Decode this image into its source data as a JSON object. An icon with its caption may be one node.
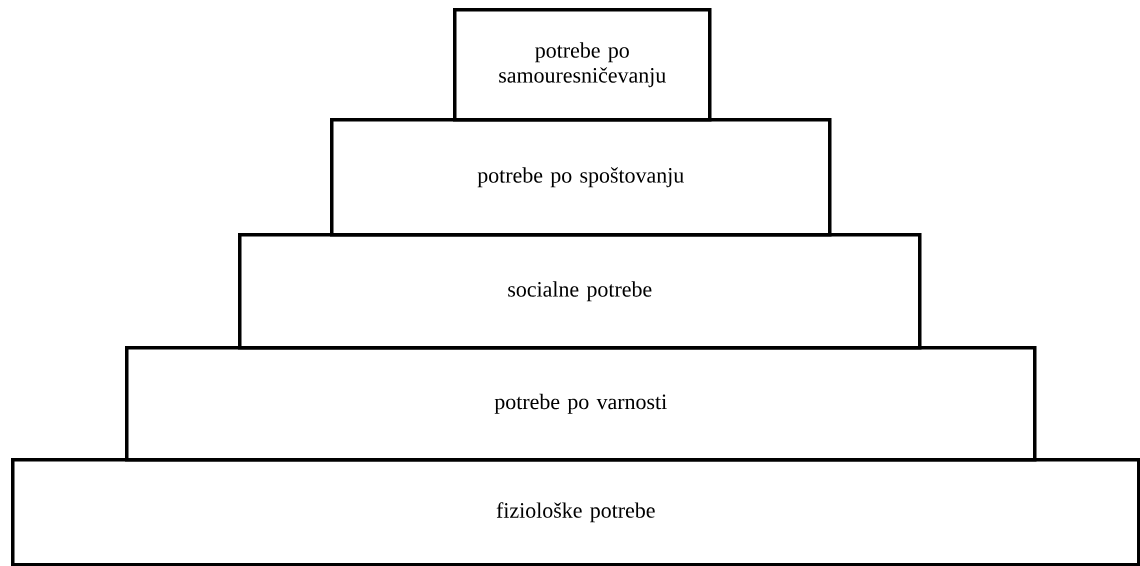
{
  "diagram": {
    "nodes": [
      {
        "text": [
          "potrebe po samouresničevanju"
        ]
      },
      {
        "text": [
          "potrebe po spoštovanju"
        ]
      },
      {
        "text": [
          "socialne potrebe"
        ]
      },
      {
        "text": [
          "potrebe po varnosti"
        ]
      },
      {
        "text": [
          "fiziološke potrebe"
        ]
      }
    ]
  }
}
